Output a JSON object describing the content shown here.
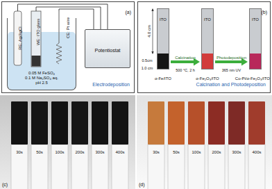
{
  "diagram": {
    "nodes": [
      {
        "text": [
          "(a)",
          "Electrodeposition"
        ]
      },
      {
        "text": [
          "0.05 M FeSO₄",
          "0.1 M Na₂SO₄ aq.",
          "pH 2.5"
        ],
        "in": 0
      },
      {
        "text": [
          "Potentiostat"
        ],
        "in": 0
      },
      {
        "text": [
          "(b)",
          "Calcination and Photodeposition"
        ]
      },
      {
        "text": [
          "ITO"
        ],
        "in": 3
      },
      {
        "text": [
          "ITO"
        ],
        "in": 3
      },
      {
        "text": [
          "ITO"
        ],
        "in": 3
      }
    ],
    "edges": [
      {
        "from": 4,
        "to": 5,
        "arrow": "to",
        "label": "Calcination"
      },
      {
        "from": 5,
        "to": 6,
        "arrow": "to",
        "label": "Photodeposition"
      }
    ],
    "labels": [
      "RE: Ag/AgCl",
      "WE: ITO glass",
      "CE: Pt wire",
      "4.0 cm",
      "0.5cm",
      "1.0 cm",
      "α-Fe/ITO",
      "500 °C, 2 h",
      "α-Fe₂O₃/ITO",
      "365 nm UV",
      "Co-Pi/α-Fe₂O₃/ITO",
      "(c)",
      "30s",
      "50s",
      "100s",
      "200s",
      "300s",
      "400s",
      "(d)",
      "30s",
      "50s",
      "100s",
      "200s",
      "300s",
      "400s"
    ]
  }
}
